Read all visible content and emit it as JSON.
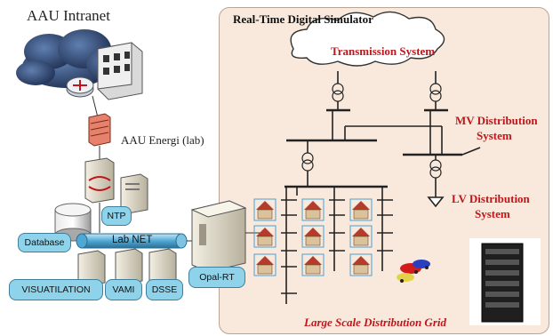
{
  "intranet_title": "AAU Intranet",
  "lab_label": "AAU Energi (lab)",
  "labnet_label": "Lab NET",
  "nodes": {
    "database": "Database",
    "ntp": "NTP",
    "visualisation": "VISUATILATION",
    "vami": "VAMI",
    "dsse": "DSSE",
    "opalrt": "Opal-RT"
  },
  "simulator": {
    "title": "Real-Time Digital Simulator",
    "transmission": "Transmission System",
    "mv_line1": "MV Distribution",
    "mv_line2": "System",
    "lv_line1": "LV Distribution",
    "lv_line2": "System",
    "grid_label": "Large Scale Distribution Grid"
  }
}
